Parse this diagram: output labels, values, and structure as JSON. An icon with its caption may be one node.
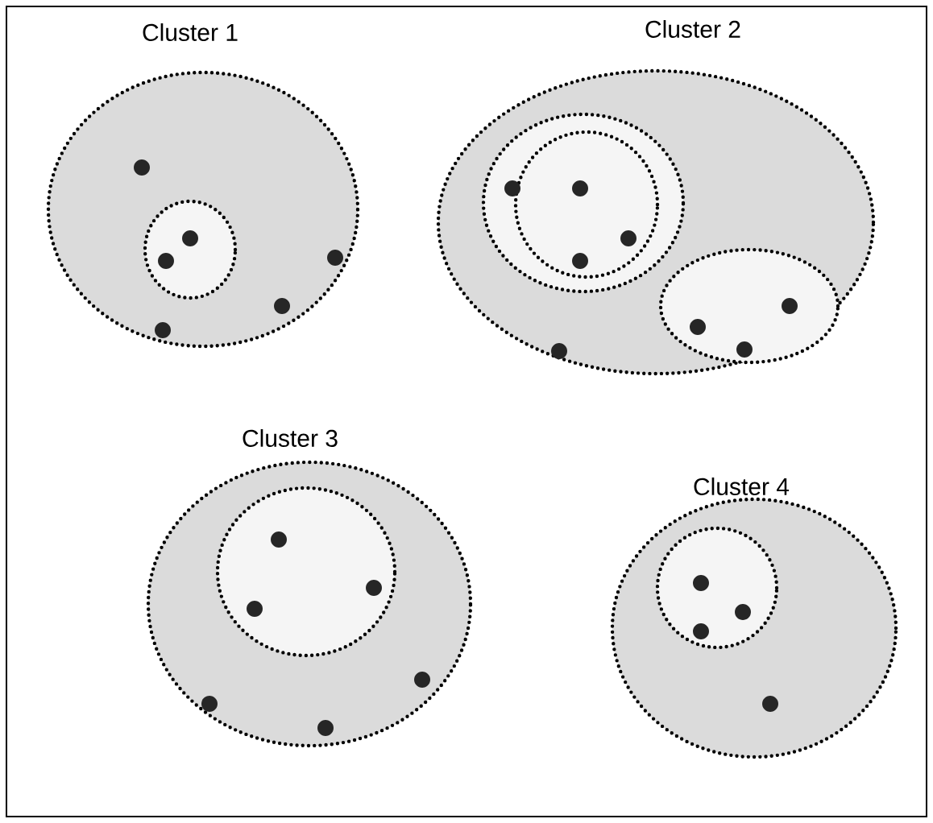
{
  "diagram": {
    "nodes": [
      {
        "text": [
          "Cluster 1"
        ]
      },
      {
        "text": [],
        "shape": "circle",
        "in": 0
      },
      {
        "text": [
          "Cluster 2"
        ]
      },
      {
        "text": [],
        "shape": "circle",
        "in": 2
      },
      {
        "text": [],
        "shape": "circle",
        "in": 3
      },
      {
        "text": [],
        "shape": "circle",
        "in": 2
      },
      {
        "text": [
          "Cluster 3"
        ]
      },
      {
        "text": [],
        "shape": "circle",
        "in": 6
      },
      {
        "text": [
          "Cluster 4"
        ]
      },
      {
        "text": [],
        "shape": "circle",
        "in": 8
      }
    ]
  }
}
